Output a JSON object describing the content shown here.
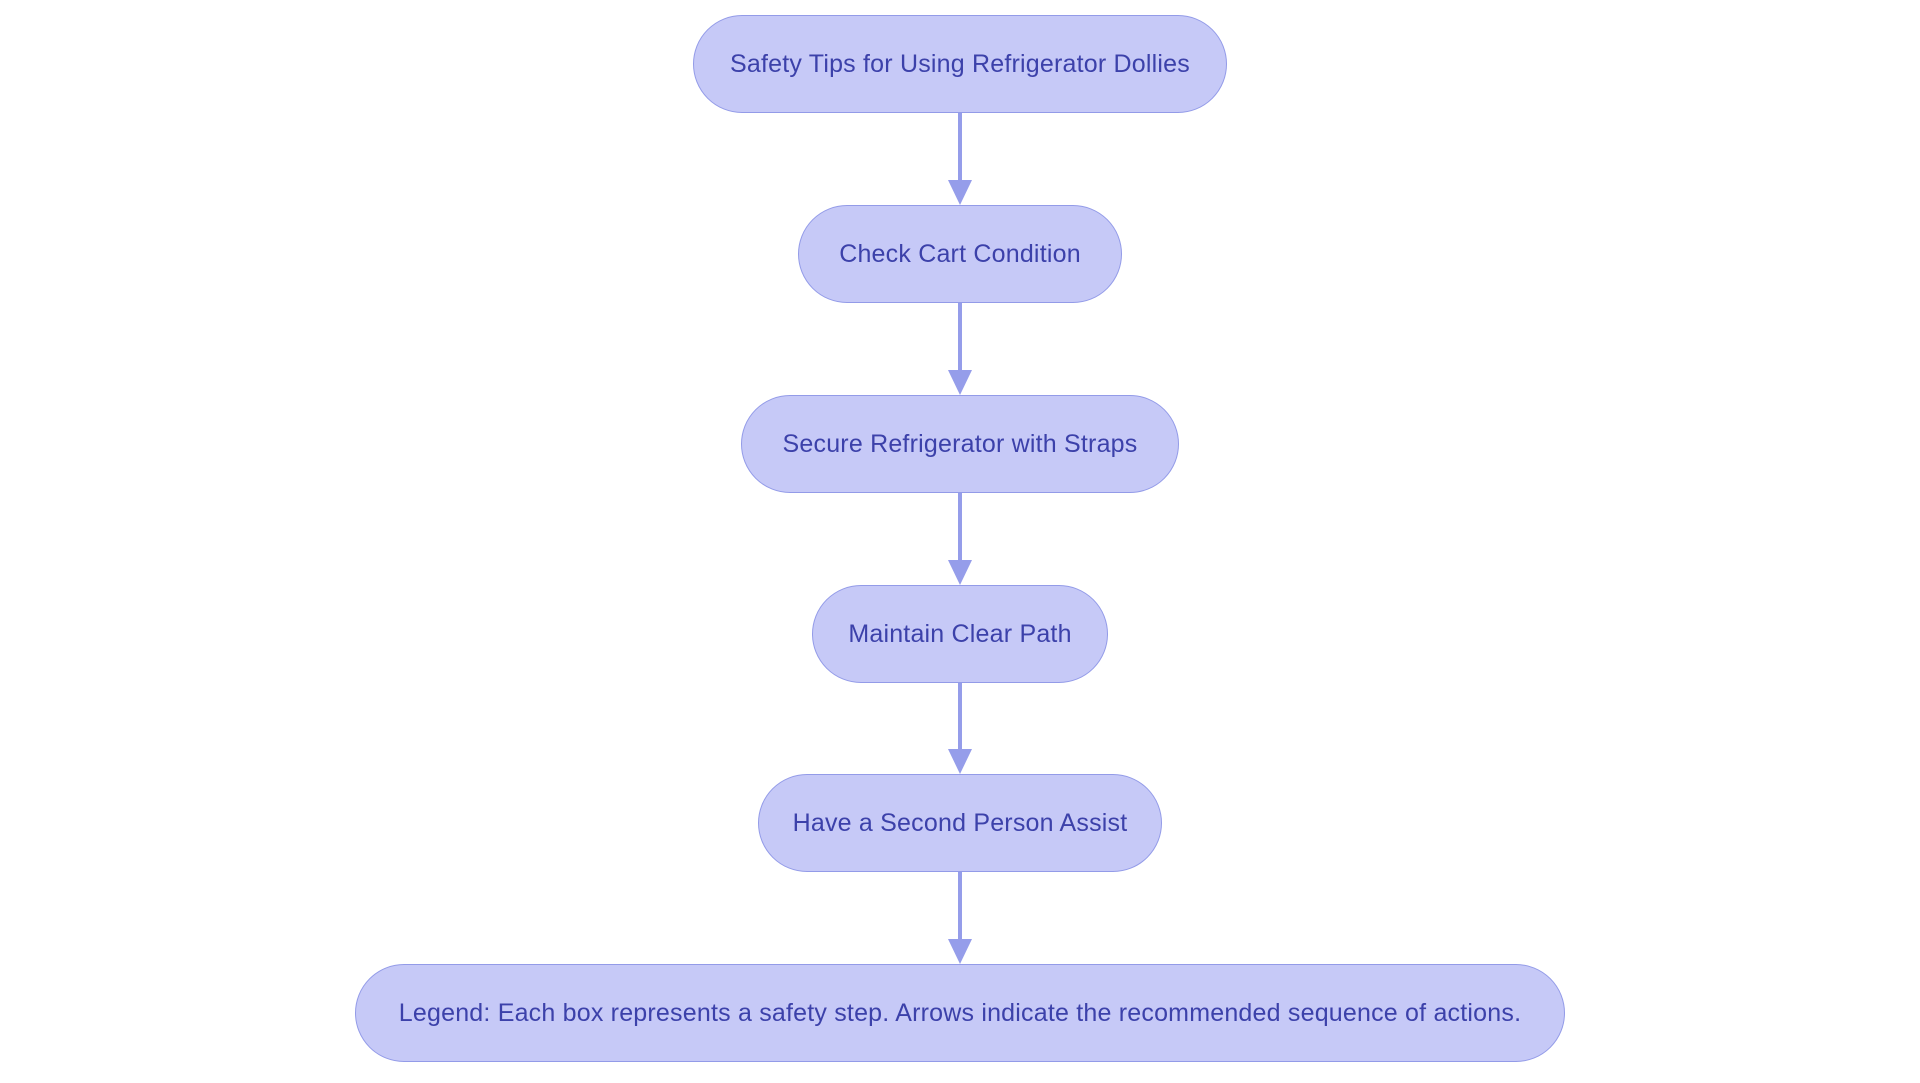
{
  "diagram": {
    "type": "flowchart",
    "orientation": "top-down",
    "colors": {
      "node_fill": "#c6c9f7",
      "node_border": "#939be8",
      "node_text": "#3c41aa",
      "arrow_color": "#959dea",
      "page_bg": "#ffffff"
    },
    "nodes": [
      {
        "id": "title",
        "label": "Safety Tips for Using Refrigerator Dollies"
      },
      {
        "id": "step-1",
        "label": "Check Cart Condition"
      },
      {
        "id": "step-2",
        "label": "Secure Refrigerator with Straps"
      },
      {
        "id": "step-3",
        "label": "Maintain Clear Path"
      },
      {
        "id": "step-4",
        "label": "Have a Second Person Assist"
      },
      {
        "id": "legend",
        "label": "Legend: Each box represents a safety step. Arrows indicate the recommended sequence of actions."
      }
    ],
    "edges": [
      {
        "from": "title",
        "to": "step-1"
      },
      {
        "from": "step-1",
        "to": "step-2"
      },
      {
        "from": "step-2",
        "to": "step-3"
      },
      {
        "from": "step-3",
        "to": "step-4"
      },
      {
        "from": "step-4",
        "to": "legend"
      }
    ]
  }
}
